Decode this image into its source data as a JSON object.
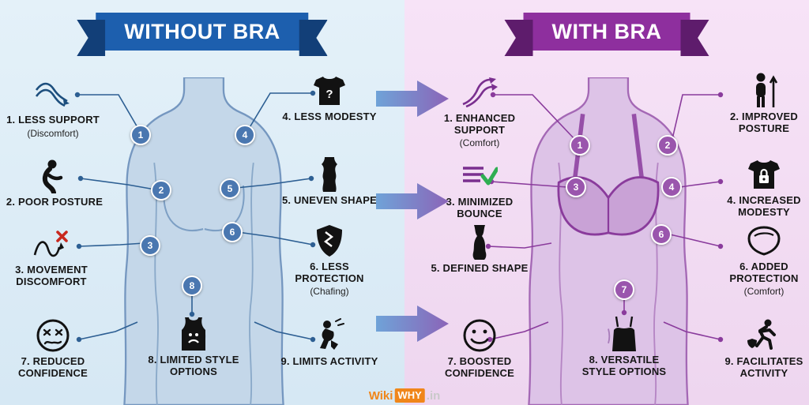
{
  "left": {
    "title": "WITHOUT BRA",
    "items": [
      {
        "num": "1",
        "label": "1. LESS SUPPORT",
        "sub": "(Discomfort)",
        "icon": "sagging-curve-icon"
      },
      {
        "num": "2",
        "label": "2. POOR POSTURE",
        "sub": "",
        "icon": "hunched-person-icon"
      },
      {
        "num": "3",
        "label": "3. MOVEMENT DISCOMFORT",
        "sub": "",
        "icon": "bounce-cross-icon"
      },
      {
        "num": "4",
        "label": "4. LESS MODESTY",
        "sub": "",
        "icon": "tshirt-question-icon"
      },
      {
        "num": "5",
        "label": "5. UNEVEN SHAPE",
        "sub": "",
        "icon": "uneven-body-icon"
      },
      {
        "num": "6",
        "label": "6. LESS PROTECTION",
        "sub": "(Chafing)",
        "icon": "shield-icon"
      },
      {
        "num": "7",
        "label": "7. REDUCED CONFIDENCE",
        "sub": "",
        "icon": "distressed-face-icon"
      },
      {
        "num": "8",
        "label": "8. LIMITED STYLE OPTIONS",
        "sub": "",
        "icon": "tank-top-sad-icon"
      },
      {
        "num": "9",
        "label": "9. LIMITS ACTIVITY",
        "sub": "",
        "icon": "kneeling-person-icon"
      }
    ],
    "markers": [
      "1",
      "2",
      "3",
      "4",
      "5",
      "6",
      "8"
    ]
  },
  "right": {
    "title": "WITH BRA",
    "items": [
      {
        "num": "1",
        "label": "1. ENHANCED SUPPORT",
        "sub": "(Comfort)",
        "icon": "rising-curve-icon"
      },
      {
        "num": "2",
        "label": "2. IMPROVED POSTURE",
        "sub": "",
        "icon": "upright-person-icon"
      },
      {
        "num": "3",
        "label": "3. MINIMIZED BOUNCE",
        "sub": "",
        "icon": "lines-check-icon"
      },
      {
        "num": "4",
        "label": "4. INCREASED MODESTY",
        "sub": "",
        "icon": "tshirt-lock-icon"
      },
      {
        "num": "5",
        "label": "5. DEFINED SHAPE",
        "sub": "",
        "icon": "defined-body-icon"
      },
      {
        "num": "6",
        "label": "6. ADDED PROTECTION",
        "sub": "(Comfort)",
        "icon": "cushion-shield-icon"
      },
      {
        "num": "7",
        "label": "7. BOOSTED CONFIDENCE",
        "sub": "",
        "icon": "smiley-face-icon"
      },
      {
        "num": "8",
        "label": "8. VERSATILE STYLE OPTIONS",
        "sub": "",
        "icon": "camisole-icon"
      },
      {
        "num": "9",
        "label": "9. FACILITATES ACTIVITY",
        "sub": "",
        "icon": "running-shield-icon"
      }
    ],
    "markers": [
      "1",
      "2",
      "3",
      "4",
      "6",
      "7"
    ]
  },
  "watermark": {
    "prefix": "Wiki",
    "highlight": "WHY",
    "suffix": ".in"
  },
  "colors": {
    "left_background": "#dcebf6",
    "right_background": "#f3ddf2",
    "left_banner": "#1d5fae",
    "right_banner": "#8e2f9e",
    "left_marker": "#4a77b0",
    "right_marker": "#9a56ad",
    "left_line": "#2d5f93",
    "right_line": "#8a3b9c",
    "error_red": "#c8281e",
    "success_green": "#2fae52",
    "watermark_orange": "#f0861a"
  }
}
